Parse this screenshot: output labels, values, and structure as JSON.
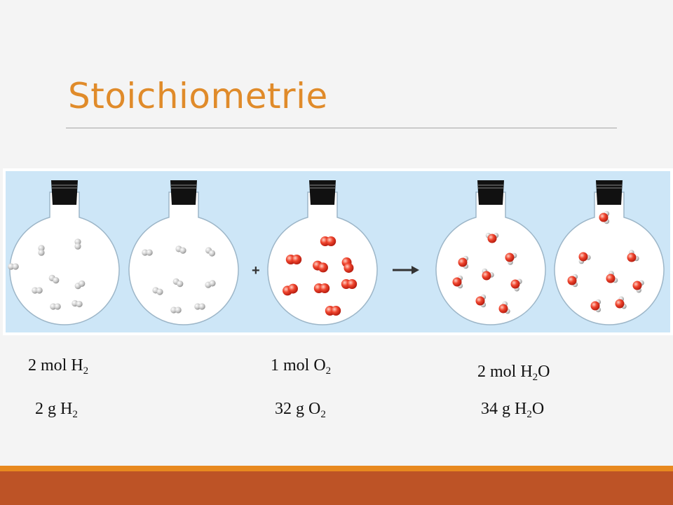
{
  "slide": {
    "title": "Stoichiometrie"
  },
  "figure": {
    "plus_symbol": "+",
    "colors": {
      "background": "#cde6f7",
      "hydrogen": "#d0d0d0",
      "oxygen": "#e53a28",
      "stopper": "#111111"
    }
  },
  "labels": {
    "h2_mol": {
      "prefix": "2 mol H",
      "sub": "2",
      "suffix": ""
    },
    "o2_mol": {
      "prefix": "1 mol O",
      "sub": "2",
      "suffix": ""
    },
    "h2o_mol": {
      "prefix": "2 mol H",
      "sub": "2",
      "suffix": "O"
    },
    "h2_mass": {
      "prefix": "2 g H",
      "sub": "2",
      "suffix": ""
    },
    "o2_mass": {
      "prefix": "32 g O",
      "sub": "2",
      "suffix": ""
    },
    "h2o_mass": {
      "prefix": "34 g H",
      "sub": "2",
      "suffix": "O"
    }
  }
}
